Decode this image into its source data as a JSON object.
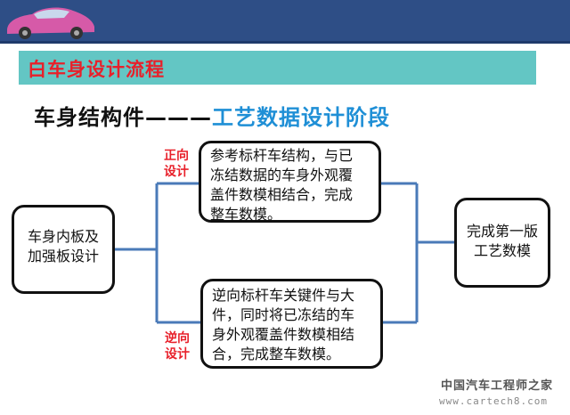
{
  "header": {
    "section_title": "白车身设计流程"
  },
  "heading": {
    "part_a": "车身结构件———",
    "part_b": "工艺数据设计阶段"
  },
  "diagram": {
    "start_box": [
      "车身内板及",
      "加强板设计"
    ],
    "upper_label": [
      "正向",
      "设计"
    ],
    "upper_box": [
      "参考标杆车结构，与已",
      "冻结数据的车身外观覆",
      "盖件数模相结合，完成",
      "整车数模。"
    ],
    "lower_label": [
      "逆向",
      "设计"
    ],
    "lower_box": [
      "逆向标杆车关键件与大",
      "件，同时将已冻结的车",
      "身外观覆盖件数模相结",
      "合，完成整车数模。"
    ],
    "end_box": [
      "完成第一版",
      "工艺数模"
    ]
  },
  "watermark": {
    "brand": "中国汽车工程师之家",
    "url": "www.cartech8.com"
  },
  "colors": {
    "topbar": "#2e4e86",
    "title_band": "#63c6c4",
    "title_text": "#e8202a",
    "accent_text": "#1f8fd6",
    "connector": "#4a7ab8"
  }
}
